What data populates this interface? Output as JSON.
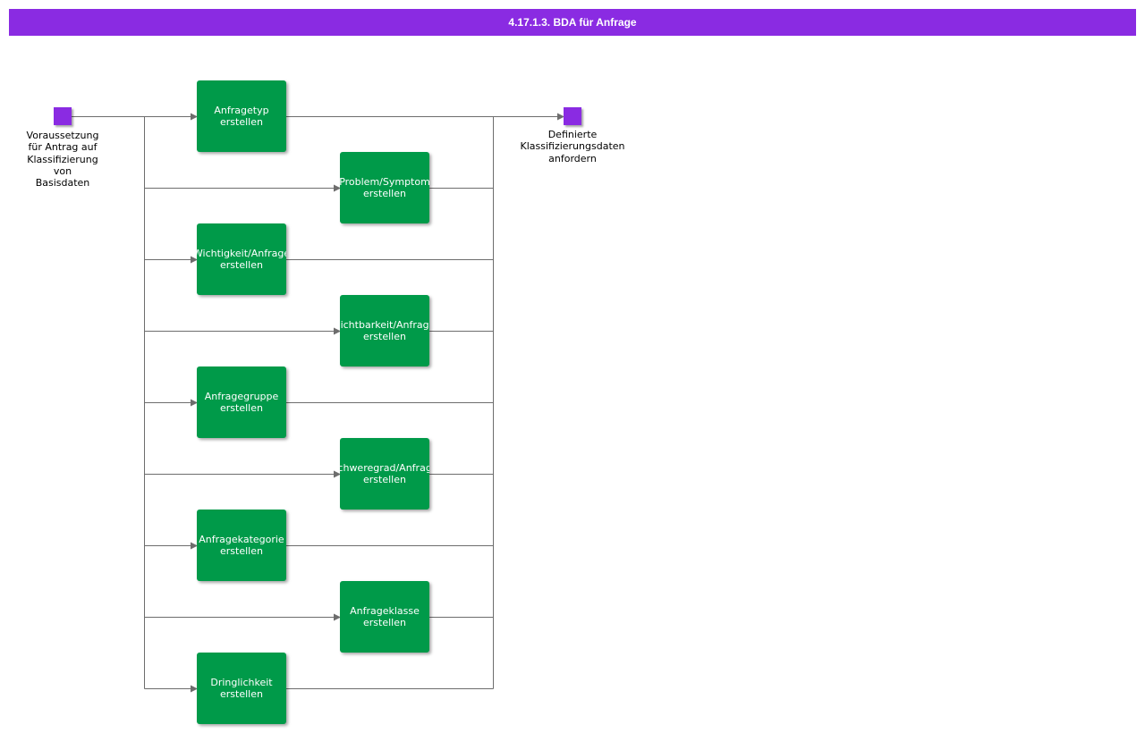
{
  "title": "4.17.1.3. BDA für Anfrage",
  "colors": {
    "title_bar": "#8a2be2",
    "event": "#8a2be2",
    "task": "#009a49",
    "connector": "#6d6d6d"
  },
  "events": {
    "start": {
      "label": "Voraussetzung\nfür Antrag auf\nKlassifizierung\nvon\nBasisdaten"
    },
    "end": {
      "label": "Definierte\nKlassifizierungsdaten\nanfordern"
    }
  },
  "tasks": [
    {
      "line1": "Anfragetyp",
      "line2": "erstellen"
    },
    {
      "line1": "Problem/Symptom",
      "line2": "erstellen"
    },
    {
      "line1": "Wichtigkeit/Anfrage",
      "line2": "erstellen"
    },
    {
      "line1": "Sichtbarkeit/Anfrage",
      "line2": "erstellen"
    },
    {
      "line1": "Anfragegruppe",
      "line2": "erstellen"
    },
    {
      "line1": "Schweregrad/Anfrage",
      "line2": "erstellen"
    },
    {
      "line1": "Anfragekategorie",
      "line2": "erstellen"
    },
    {
      "line1": "Anfrageklasse",
      "line2": "erstellen"
    },
    {
      "line1": "Dringlichkeit",
      "line2": "erstellen"
    }
  ]
}
